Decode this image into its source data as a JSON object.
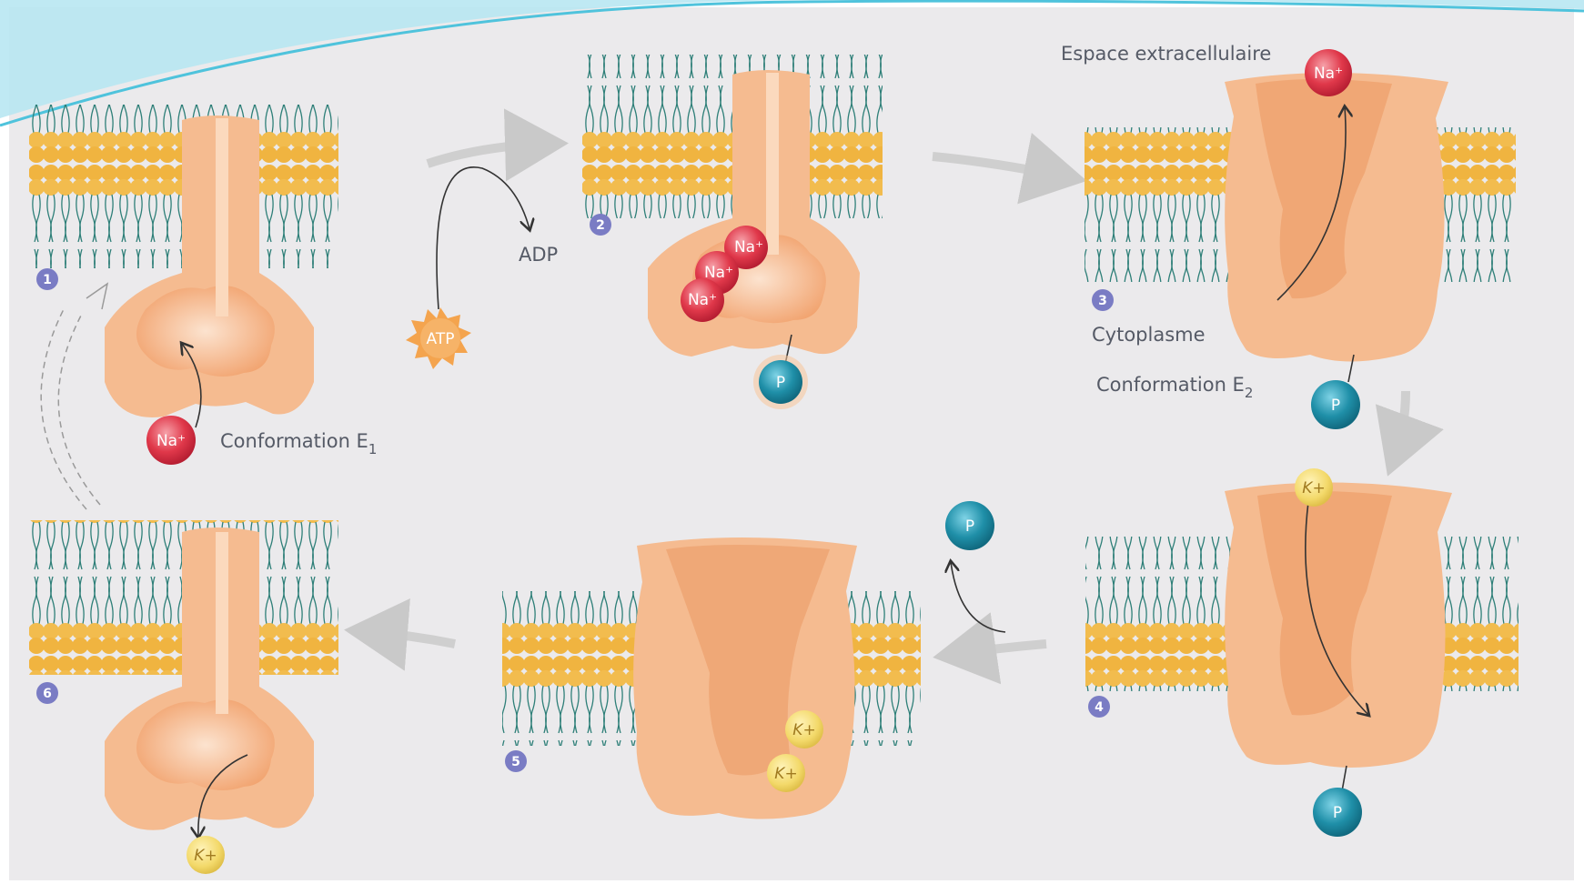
{
  "labels": {
    "extracellular": "Espace extracellulaire",
    "cytoplasm": "Cytoplasme",
    "conformation_e1": "Conformation E",
    "conformation_e1_sub": "1",
    "conformation_e2": "Conformation E",
    "conformation_e2_sub": "2",
    "adp": "ADP",
    "atp": "ATP"
  },
  "ions": {
    "na": "Na⁺",
    "k": "K+",
    "p": "P"
  },
  "steps": [
    "1",
    "2",
    "3",
    "4",
    "5",
    "6"
  ],
  "colors": {
    "background": "#ebeaec",
    "frame_accent": "#4fc3dc",
    "protein": "#f5bb90",
    "protein_dark": "#eda06c",
    "protein_light": "#fbd9bd",
    "lipid_head": "#f0b440",
    "lipid_tail": "#2e7f78",
    "sodium": "#e0384a",
    "potassium": "#f3d96a",
    "phosphate": "#1f8fa8",
    "atp": "#f4a44e",
    "arrow_gray": "#c9c9c9",
    "step_badge": "#7a7cc4",
    "label": "#555a66"
  }
}
